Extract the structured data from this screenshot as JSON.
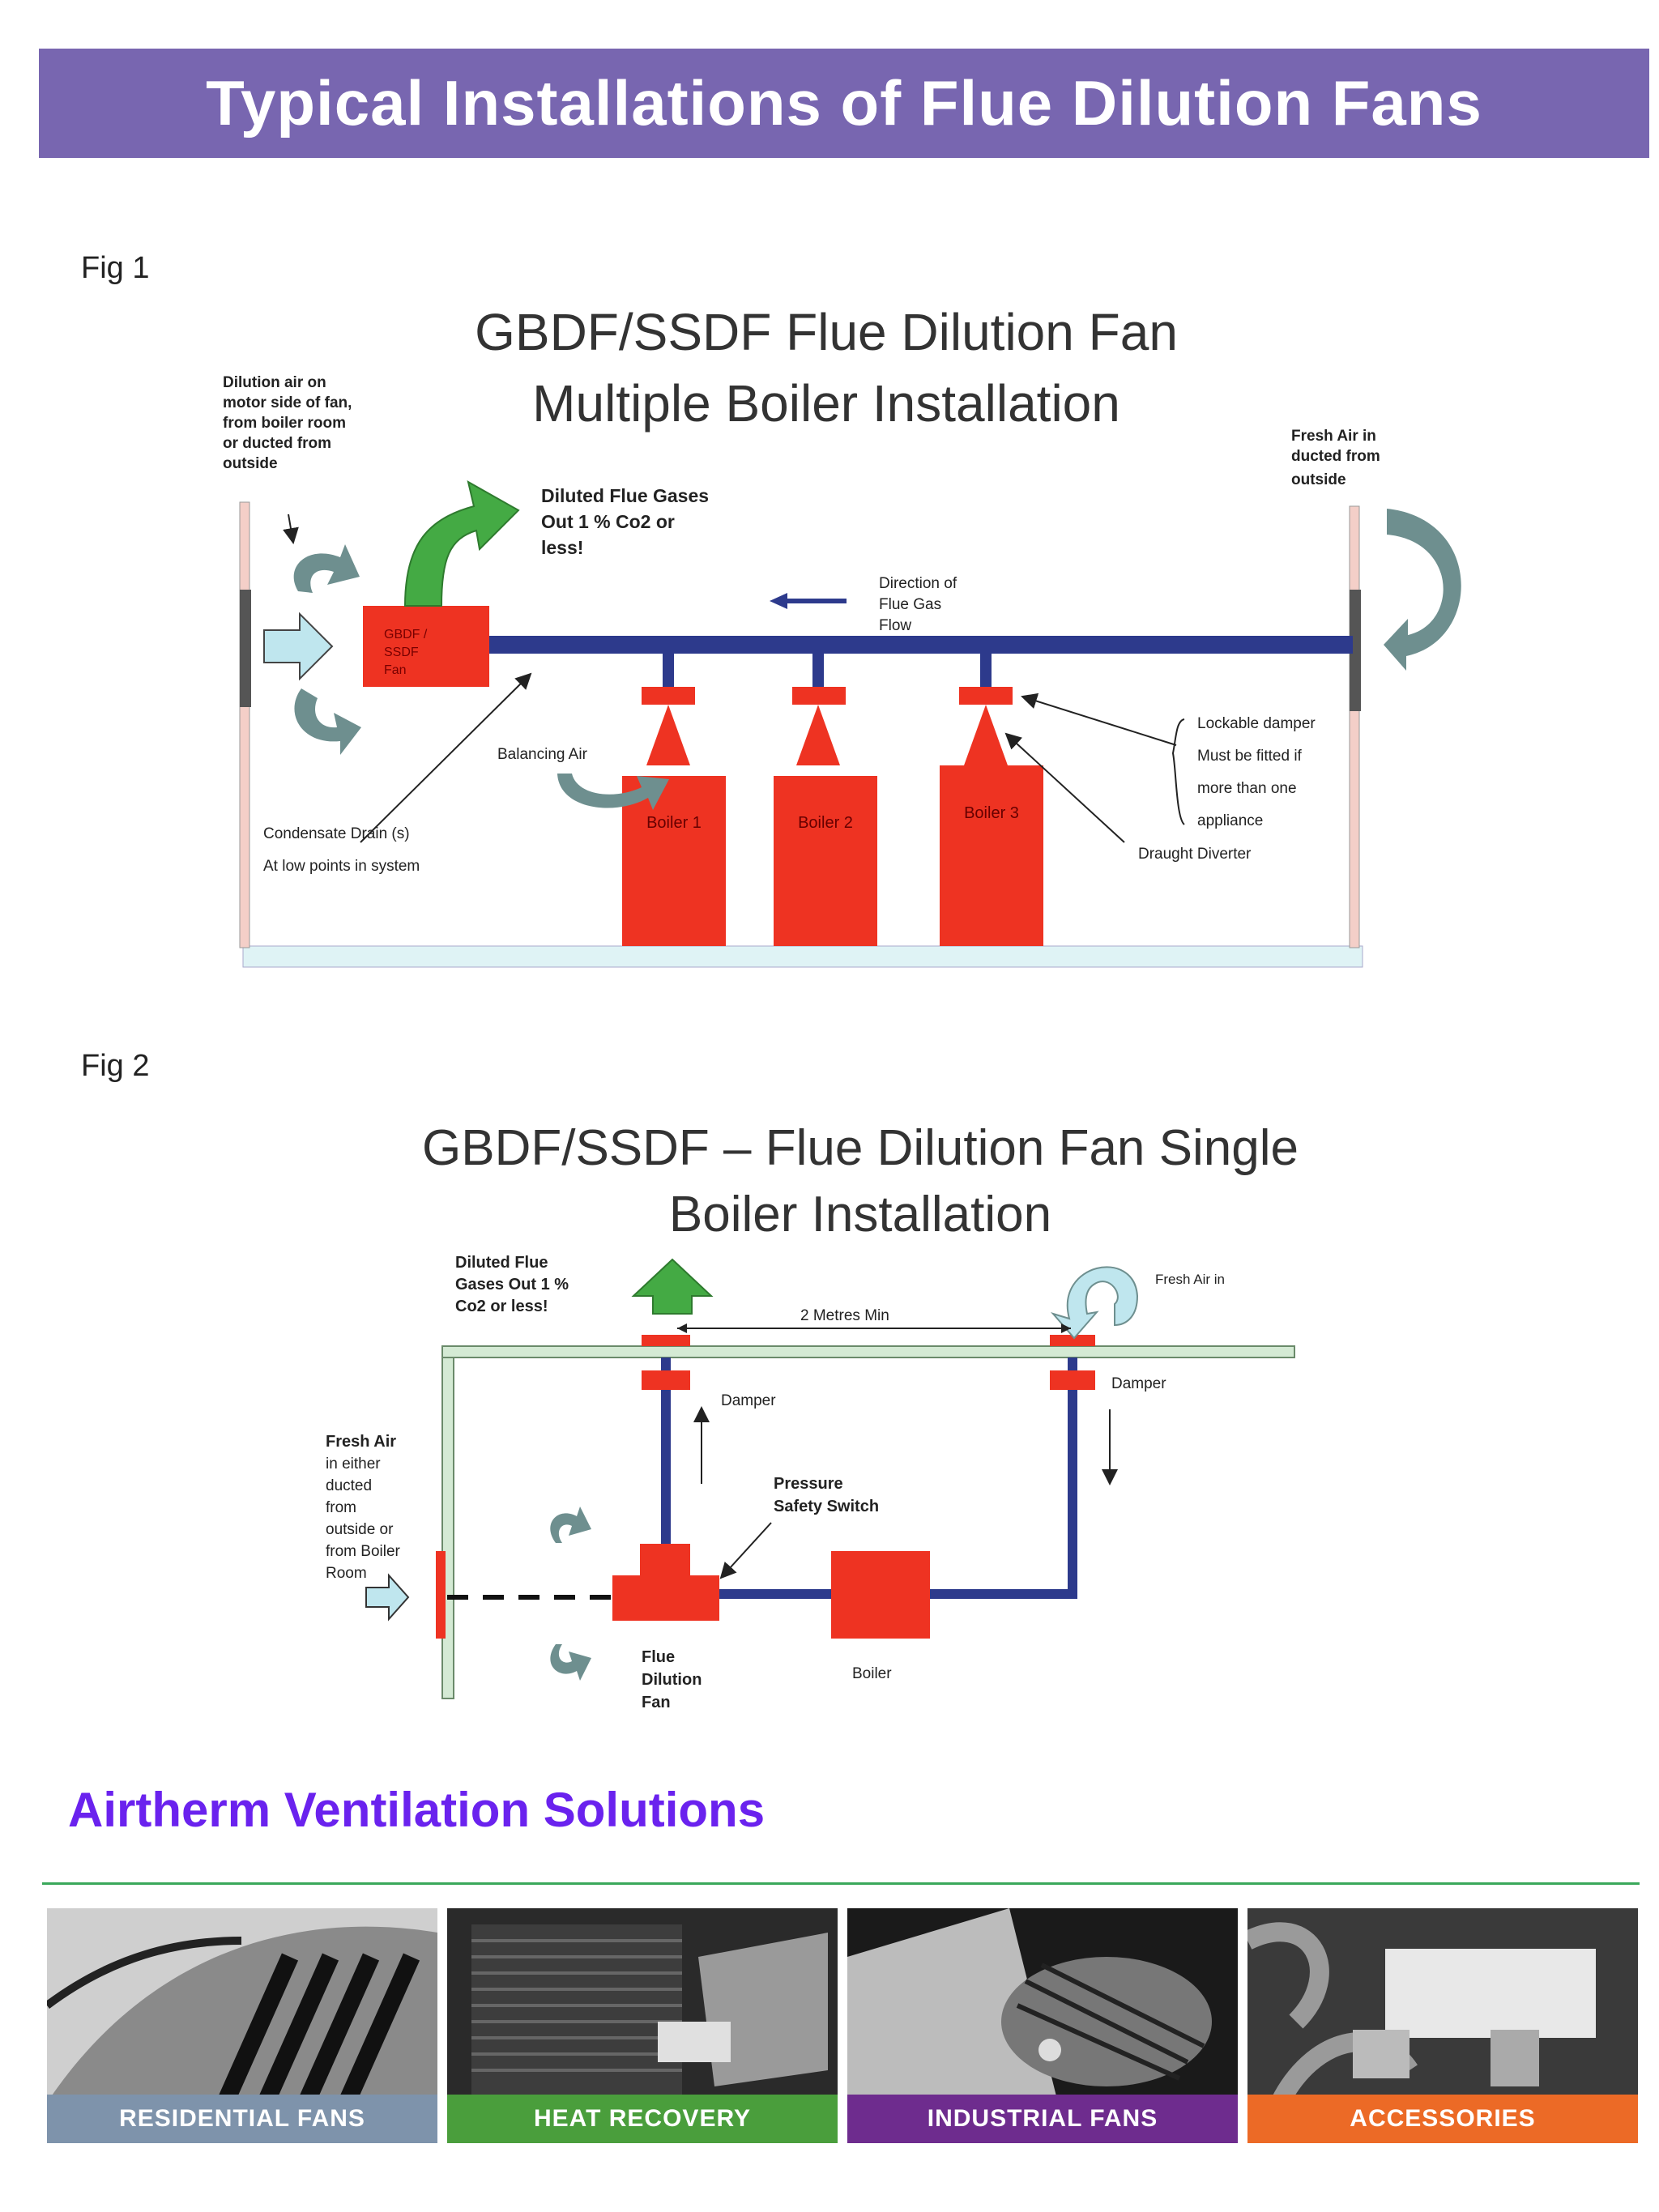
{
  "page_title": "Typical Installations of Flue Dilution Fans",
  "fig1": {
    "label": "Fig 1",
    "title_line1": "GBDF/SSDF Flue Dilution Fan",
    "title_line2": "Multiple Boiler Installation",
    "note_dilution": [
      "Dilution air on",
      "motor side of fan,",
      "from boiler room",
      "or ducted from",
      "outside"
    ],
    "note_fresh": [
      "Fresh Air in",
      "ducted from",
      "outside"
    ],
    "note_diluted": [
      "Diluted Flue Gases",
      "Out 1 % Co2 or",
      "less!"
    ],
    "note_direction": [
      "Direction of",
      "Flue Gas",
      "Flow"
    ],
    "fan_label": [
      "GBDF /",
      "SSDF",
      "Fan"
    ],
    "balancing_air": "Balancing Air",
    "condensate": [
      "Condensate Drain (s)",
      "At low points in system"
    ],
    "boilers": [
      "Boiler 1",
      "Boiler 2",
      "Boiler 3"
    ],
    "lockable": [
      "Lockable damper",
      "Must be fitted if",
      "more than one",
      "appliance"
    ],
    "draught": "Draught Diverter"
  },
  "fig2": {
    "label": "Fig 2",
    "title_line1": "GBDF/SSDF – Flue Dilution Fan Single",
    "title_line2": "Boiler Installation",
    "note_diluted": [
      "Diluted Flue",
      "Gases Out 1 %",
      "Co2 or less!"
    ],
    "distance": "2 Metres Min",
    "fresh_air_in": "Fresh Air in",
    "damper_left": "Damper",
    "damper_right": "Damper",
    "note_fresh": [
      "Fresh Air",
      "in either",
      "ducted",
      "from",
      "outside or",
      "from Boiler",
      "Room"
    ],
    "pressure_switch": [
      "Pressure",
      "Safety Switch"
    ],
    "fan_label": [
      "Flue",
      "Dilution",
      "Fan"
    ],
    "boiler": "Boiler"
  },
  "brand": "Airtherm Ventilation Solutions",
  "categories": [
    {
      "label": "RESIDENTIAL FANS",
      "color": "#7e93ab"
    },
    {
      "label": "HEAT RECOVERY",
      "color": "#4a9e3c"
    },
    {
      "label": "INDUSTRIAL FANS",
      "color": "#6e2c8e"
    },
    {
      "label": "ACCESSORIES",
      "color": "#ec6a26"
    }
  ],
  "colors": {
    "banner": "#7866b0",
    "duct": "#2d3a8c",
    "boiler_red": "#ee3322",
    "arrow_green": "#44aa44",
    "arrow_grey": "#6e8f8f",
    "brand": "#6a22ee"
  }
}
